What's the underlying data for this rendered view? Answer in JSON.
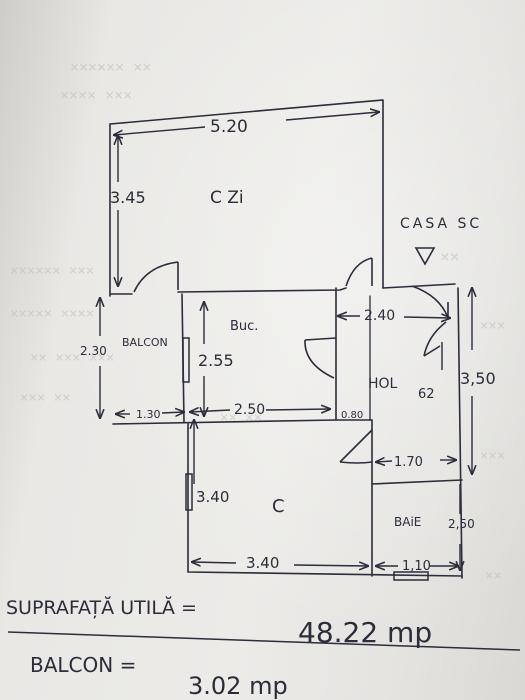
{
  "plan": {
    "overall_width": "5.20",
    "room_czi": {
      "height": "3.45",
      "name": "C Zi"
    },
    "entrance": "CASA SC",
    "balcon": {
      "name": "BALCON",
      "height": "2.30",
      "width": "1.30"
    },
    "bucatarie": {
      "name": "Buc.",
      "height": "2.55",
      "width": "2.50"
    },
    "hol": {
      "name": "HOL",
      "width": "2.40",
      "height": "3,50",
      "depth": "62",
      "gap": "0.80"
    },
    "room_c": {
      "name": "C",
      "height": "3.40",
      "width": "3.40"
    },
    "baie": {
      "name": "BAiE",
      "width": "1.70",
      "height": "2,50",
      "bottom_width": "1,10"
    }
  },
  "summary": {
    "surface_label": "SUPRAFAȚĂ UTILĂ =",
    "surface_value": "48.22 mp",
    "balcony_label": "BALCON =",
    "balcony_value": "3.02 mp"
  },
  "colors": {
    "ink": "#2c2c3a",
    "paper": "#ecebe8",
    "ghost": "#bdbcb8"
  }
}
